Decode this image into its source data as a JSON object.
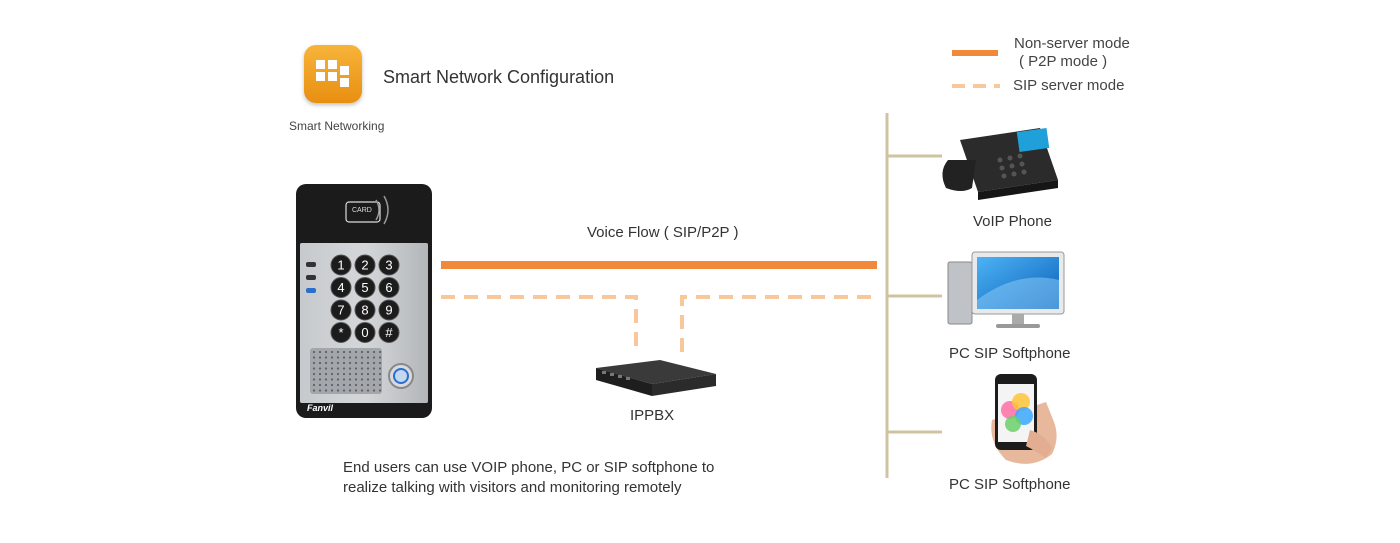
{
  "app": {
    "title": "Smart Network Configuration",
    "icon_label": "Smart Networking",
    "icon": "smart-networking-grid-icon",
    "accent": "#f08a3a"
  },
  "legend": {
    "solid_label_line1": "Non-server mode",
    "solid_label_line2": "( P2P mode )",
    "dashed_label": "SIP server mode",
    "solid_color": "#f08a3a",
    "dashed_color": "#f9c79c"
  },
  "intercom": {
    "card_text": "CARD",
    "keys": [
      "1",
      "2",
      "3",
      "4",
      "5",
      "6",
      "7",
      "8",
      "9",
      "*",
      "0",
      "#"
    ],
    "brand": "Fanvil"
  },
  "flow": {
    "label": "Voice Flow ( SIP/P2P )"
  },
  "pbx": {
    "label": "IPPBX"
  },
  "devices": [
    {
      "label": "VoIP Phone"
    },
    {
      "label": "PC SIP Softphone"
    },
    {
      "label": "PC SIP Softphone"
    }
  ],
  "description": {
    "line1": "End users can use VOIP phone, PC or SIP softphone to",
    "line2": "realize talking with visitors and monitoring remotely"
  }
}
